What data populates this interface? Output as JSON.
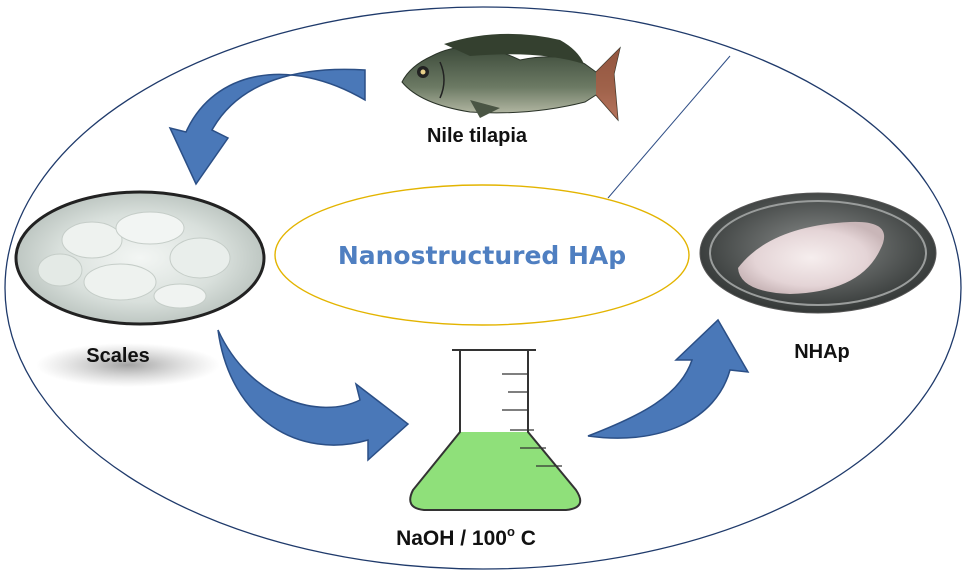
{
  "diagram": {
    "center_title": "Nanostructured HAp",
    "labels": {
      "fish": "Nile tilapia",
      "scales": "Scales",
      "flask_main": "NaOH / 100",
      "flask_degree": "o",
      "flask_unit": " C",
      "product": "NHAp"
    },
    "colors": {
      "outer_ellipse": "#1f3a6b",
      "center_ellipse": "#e3b400",
      "center_text": "#4f7fc1",
      "arrow_fill": "#4a78b8",
      "arrow_stroke": "#2b4f86",
      "flask_liquid": "#8fe07a"
    }
  }
}
